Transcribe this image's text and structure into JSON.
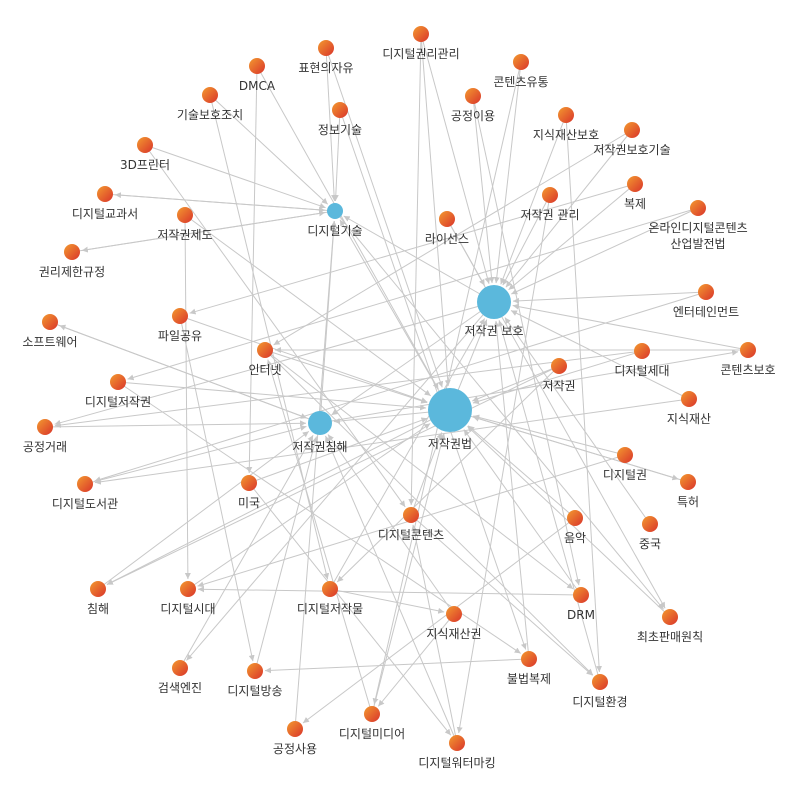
{
  "colors": {
    "hub_fill": "#5bb8dc",
    "node_fill_start": "#f39a2f",
    "node_fill_end": "#d9342b",
    "edge": "#c8c8c8",
    "label": "#333333"
  },
  "nodes": [
    {
      "id": "hub-1",
      "label": "저작권법",
      "kind": "hub"
    },
    {
      "id": "hub-2",
      "label": "저작권 보호",
      "kind": "hub"
    },
    {
      "id": "hub-3",
      "label": "저작권침해",
      "kind": "hub"
    },
    {
      "id": "hub-4",
      "label": "디지털기술",
      "kind": "hub"
    },
    {
      "id": "n1",
      "label": "디지털권리관리"
    },
    {
      "id": "n2",
      "label": "표현의자유"
    },
    {
      "id": "n3",
      "label": "콘텐츠유통"
    },
    {
      "id": "n4",
      "label": "DMCA"
    },
    {
      "id": "n5",
      "label": "공정이용"
    },
    {
      "id": "n6",
      "label": "기술보호조치"
    },
    {
      "id": "n7",
      "label": "정보기술"
    },
    {
      "id": "n8",
      "label": "지식재산보호"
    },
    {
      "id": "n9",
      "label": "저작권보호기술"
    },
    {
      "id": "n10",
      "label": "3D프린터"
    },
    {
      "id": "n11",
      "label": "복제"
    },
    {
      "id": "n12",
      "label": "저작권 관리"
    },
    {
      "id": "n13",
      "label": "디지털교과서"
    },
    {
      "id": "n14",
      "label": "저작권제도"
    },
    {
      "id": "n15",
      "label": "라이선스"
    },
    {
      "id": "n16",
      "label": "온라인디지털콘텐츠\n산업발전법"
    },
    {
      "id": "n17",
      "label": "권리제한규정"
    },
    {
      "id": "n18",
      "label": "엔터테인먼트"
    },
    {
      "id": "n19",
      "label": "소프트웨어"
    },
    {
      "id": "n20",
      "label": "파일공유"
    },
    {
      "id": "n21",
      "label": "콘텐츠보호"
    },
    {
      "id": "n22",
      "label": "인터넷"
    },
    {
      "id": "n23",
      "label": "디지털세대"
    },
    {
      "id": "n24",
      "label": "저작권"
    },
    {
      "id": "n25",
      "label": "디지털저작권"
    },
    {
      "id": "n26",
      "label": "지식재산"
    },
    {
      "id": "n27",
      "label": "공정거래"
    },
    {
      "id": "n28",
      "label": "디지털권"
    },
    {
      "id": "n29",
      "label": "특허"
    },
    {
      "id": "n30",
      "label": "디지털도서관"
    },
    {
      "id": "n31",
      "label": "미국"
    },
    {
      "id": "n32",
      "label": "음악"
    },
    {
      "id": "n33",
      "label": "디지털콘텐츠"
    },
    {
      "id": "n34",
      "label": "중국"
    },
    {
      "id": "n35",
      "label": "침해"
    },
    {
      "id": "n36",
      "label": "디지털시대"
    },
    {
      "id": "n37",
      "label": "디지털저작물"
    },
    {
      "id": "n38",
      "label": "DRM"
    },
    {
      "id": "n39",
      "label": "최초판매원칙"
    },
    {
      "id": "n40",
      "label": "지식재산권"
    },
    {
      "id": "n41",
      "label": "검색엔진"
    },
    {
      "id": "n42",
      "label": "불법복제"
    },
    {
      "id": "n43",
      "label": "디지털방송"
    },
    {
      "id": "n44",
      "label": "디지털환경"
    },
    {
      "id": "n45",
      "label": "공정사용"
    },
    {
      "id": "n46",
      "label": "디지털미디어"
    },
    {
      "id": "n47",
      "label": "디지털워터마킹"
    }
  ],
  "edges": [
    [
      "hub-1",
      "hub-2"
    ],
    [
      "hub-1",
      "hub-3"
    ],
    [
      "hub-1",
      "hub-4"
    ],
    [
      "hub-2",
      "hub-3"
    ],
    [
      "hub-2",
      "hub-4"
    ],
    [
      "hub-3",
      "hub-4"
    ],
    [
      "n1",
      "hub-2"
    ],
    [
      "n1",
      "hub-1"
    ],
    [
      "n1",
      "n33"
    ],
    [
      "n2",
      "hub-4"
    ],
    [
      "n2",
      "hub-1"
    ],
    [
      "n3",
      "hub-2"
    ],
    [
      "n3",
      "n46"
    ],
    [
      "n4",
      "hub-1"
    ],
    [
      "n4",
      "n31"
    ],
    [
      "n5",
      "hub-2"
    ],
    [
      "n5",
      "n38"
    ],
    [
      "n6",
      "hub-4"
    ],
    [
      "n6",
      "n37"
    ],
    [
      "n7",
      "hub-4"
    ],
    [
      "n7",
      "n42"
    ],
    [
      "n8",
      "hub-2"
    ],
    [
      "n8",
      "n44"
    ],
    [
      "n9",
      "hub-2"
    ],
    [
      "n9",
      "n22"
    ],
    [
      "n10",
      "hub-4"
    ],
    [
      "n10",
      "n33"
    ],
    [
      "n11",
      "hub-2"
    ],
    [
      "n11",
      "n20"
    ],
    [
      "n12",
      "hub-2"
    ],
    [
      "n12",
      "n47"
    ],
    [
      "n13",
      "hub-4"
    ],
    [
      "n14",
      "hub-1"
    ],
    [
      "n14",
      "n36"
    ],
    [
      "n15",
      "hub-2"
    ],
    [
      "n15",
      "n39"
    ],
    [
      "n16",
      "hub-2"
    ],
    [
      "n16",
      "n25"
    ],
    [
      "n17",
      "hub-4"
    ],
    [
      "n18",
      "hub-2"
    ],
    [
      "n18",
      "n30"
    ],
    [
      "n19",
      "hub-3"
    ],
    [
      "n20",
      "hub-1"
    ],
    [
      "n20",
      "n43"
    ],
    [
      "n21",
      "hub-2"
    ],
    [
      "n21",
      "n22"
    ],
    [
      "n22",
      "hub-1"
    ],
    [
      "n22",
      "n38"
    ],
    [
      "n22",
      "n44"
    ],
    [
      "n23",
      "hub-1"
    ],
    [
      "n23",
      "n27"
    ],
    [
      "n24",
      "hub-1"
    ],
    [
      "n24",
      "n35"
    ],
    [
      "n24",
      "n37"
    ],
    [
      "n25",
      "hub-1"
    ],
    [
      "n25",
      "n42"
    ],
    [
      "n26",
      "hub-2"
    ],
    [
      "n26",
      "n30"
    ],
    [
      "n27",
      "hub-3"
    ],
    [
      "n28",
      "hub-1"
    ],
    [
      "n28",
      "n36"
    ],
    [
      "n29",
      "hub-1"
    ],
    [
      "n30",
      "hub-3"
    ],
    [
      "n31",
      "hub-1"
    ],
    [
      "n31",
      "n47"
    ],
    [
      "n32",
      "hub-1"
    ],
    [
      "n32",
      "n45"
    ],
    [
      "n33",
      "hub-1"
    ],
    [
      "n33",
      "n44"
    ],
    [
      "n34",
      "hub-2"
    ],
    [
      "n35",
      "hub-3"
    ],
    [
      "n36",
      "hub-1"
    ],
    [
      "n37",
      "hub-2"
    ],
    [
      "n37",
      "n40"
    ],
    [
      "n38",
      "hub-1"
    ],
    [
      "n38",
      "n36"
    ],
    [
      "n39",
      "hub-1"
    ],
    [
      "n40",
      "hub-3"
    ],
    [
      "n40",
      "n46"
    ],
    [
      "n41",
      "hub-3"
    ],
    [
      "n42",
      "hub-2"
    ],
    [
      "n42",
      "n43"
    ],
    [
      "n43",
      "hub-3"
    ],
    [
      "n44",
      "hub-2"
    ],
    [
      "n45",
      "hub-4"
    ],
    [
      "n46",
      "hub-1"
    ],
    [
      "n46",
      "n22"
    ],
    [
      "n47",
      "hub-3"
    ],
    [
      "n47",
      "n33"
    ],
    [
      "hub-4",
      "n13"
    ],
    [
      "hub-4",
      "n17"
    ],
    [
      "hub-3",
      "n19"
    ],
    [
      "hub-1",
      "n35"
    ],
    [
      "hub-2",
      "n41"
    ],
    [
      "hub-3",
      "n21"
    ],
    [
      "hub-1",
      "n29"
    ],
    [
      "hub-4",
      "n39"
    ],
    [
      "hub-2",
      "n27"
    ]
  ]
}
